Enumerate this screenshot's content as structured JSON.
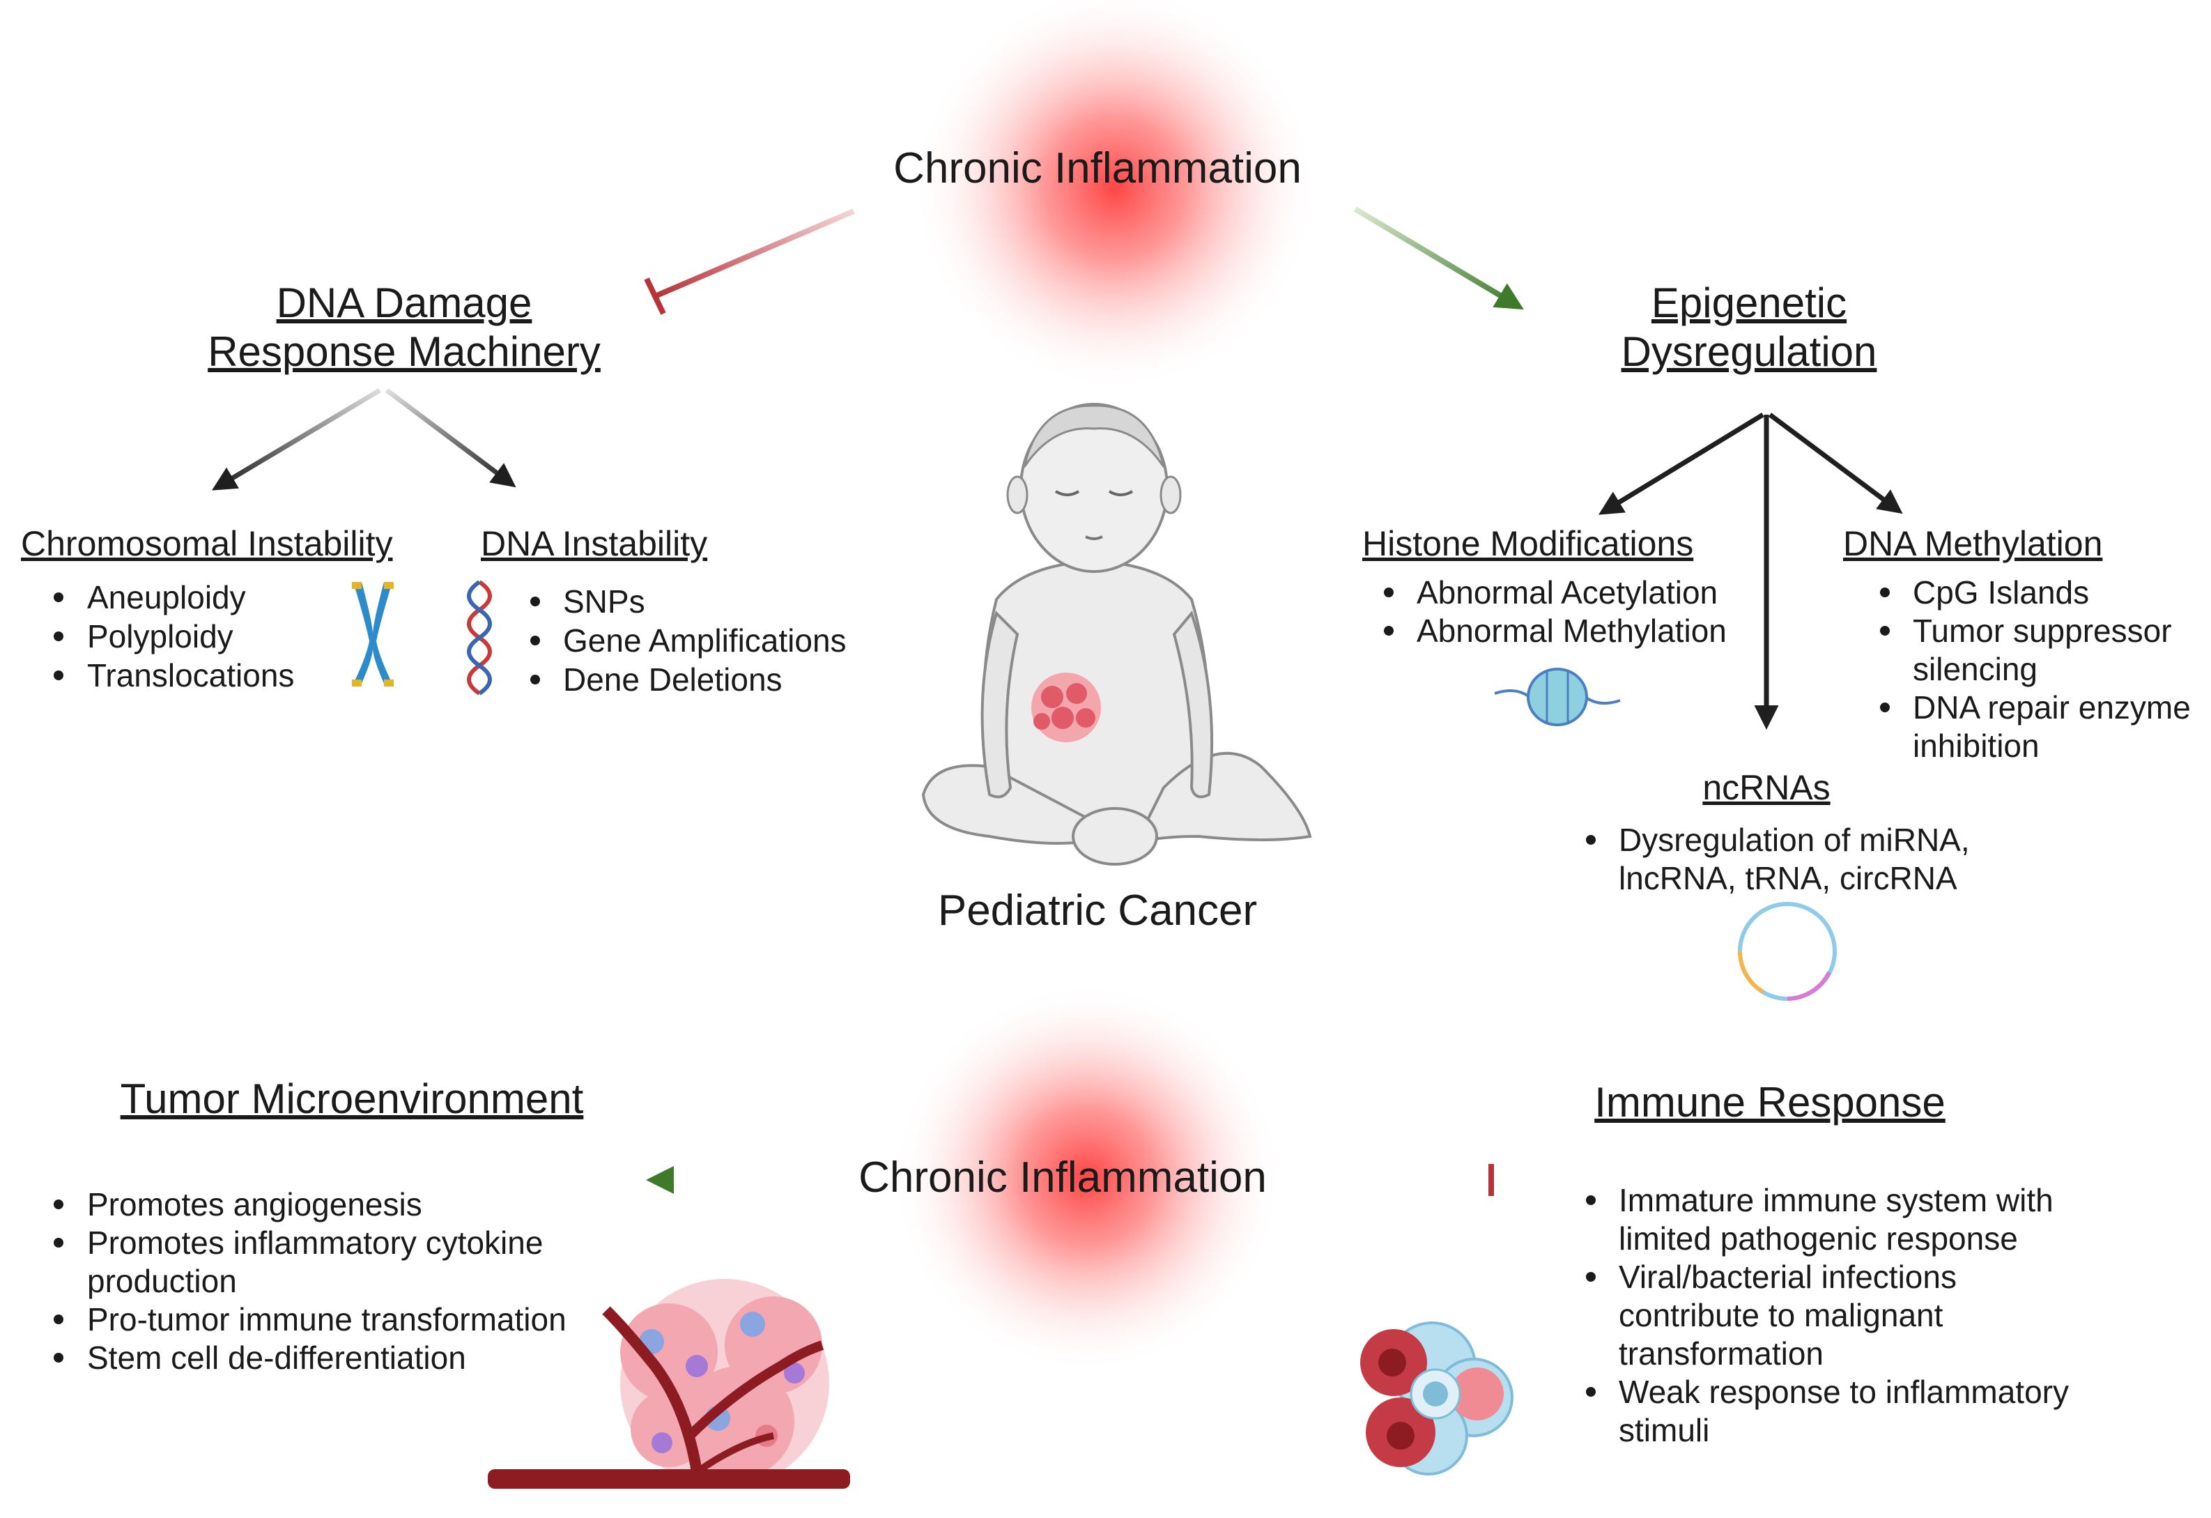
{
  "colors": {
    "inhibit": "#b8323a",
    "activate": "#3d7a2a",
    "arrow": "#1f1f1f",
    "glow": "#ff5a5a"
  },
  "top": {
    "chronic": "Chronic Inflammation"
  },
  "center": {
    "label": "Pediatric Cancer"
  },
  "left": {
    "title1": "DNA Damage",
    "title2": "Response Machinery",
    "chromosomal": {
      "title": "Chromosomal Instability",
      "items": [
        "Aneuploidy",
        "Polyploidy",
        "Translocations"
      ]
    },
    "dna": {
      "title": "DNA Instability",
      "items": [
        "SNPs",
        "Gene Amplifications",
        "Dene Deletions"
      ]
    }
  },
  "right": {
    "title1": "Epigenetic",
    "title2": "Dysregulation",
    "histone": {
      "title": "Histone Modifications",
      "items": [
        "Abnormal Acetylation",
        "Abnormal Methylation"
      ]
    },
    "methylation": {
      "title": "DNA Methylation",
      "lines": [
        "CpG Islands",
        "Tumor suppressor",
        "silencing",
        "DNA repair enzyme",
        "inhibition"
      ]
    },
    "ncrna": {
      "title": "ncRNAs",
      "lines": [
        "Dysregulation of miRNA,",
        "lncRNA, tRNA, circRNA"
      ]
    }
  },
  "bottom": {
    "chronic": "Chronic Inflammation",
    "tme": {
      "title": "Tumor Microenvironment",
      "lines": [
        "Promotes angiogenesis",
        "Promotes inflammatory cytokine",
        "production",
        "Pro-tumor immune transformation",
        "Stem cell de-differentiation"
      ]
    },
    "immune": {
      "title": "Immune Response",
      "lines": [
        "Immature immune system with",
        "limited pathogenic response",
        "Viral/bacterial infections",
        "contribute to malignant",
        "transformation",
        "Weak response to inflammatory",
        "stimuli"
      ]
    }
  },
  "icons": {
    "chromosome": "chromosome-icon",
    "dna": "dna-helix-icon",
    "nucleosome": "nucleosome-icon",
    "circrna": "circular-rna-icon",
    "baby": "baby-illustration",
    "tumor": "tumor-vessel-illustration",
    "immune": "immune-cells-illustration"
  }
}
